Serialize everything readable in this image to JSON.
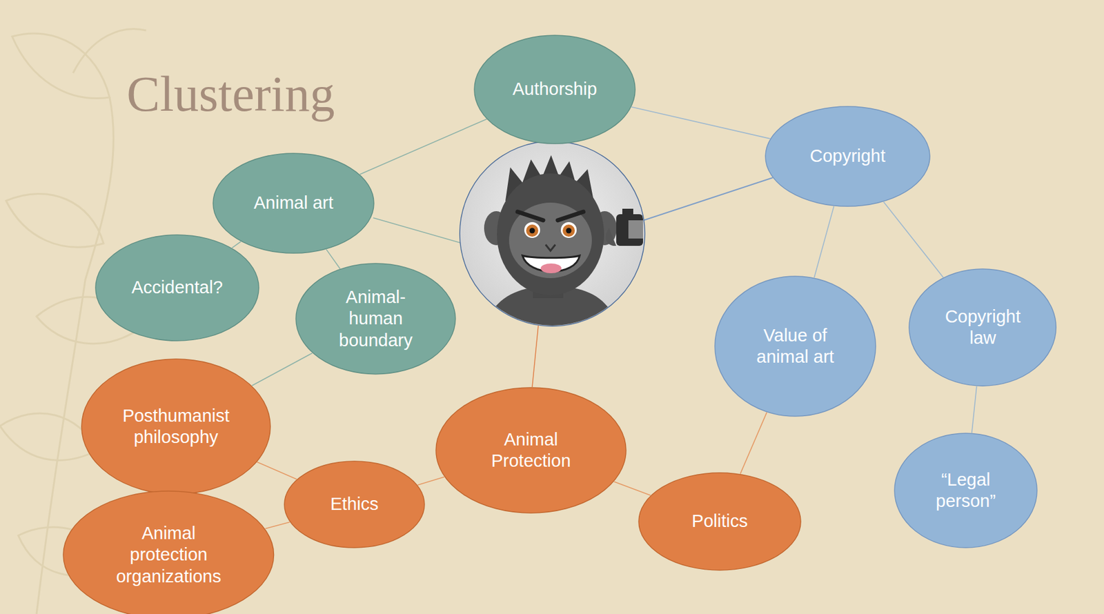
{
  "diagram": {
    "title": "Clustering",
    "nodes": [
      {
        "text": [
          "Authorship"
        ]
      },
      {
        "text": [
          "Copyright"
        ]
      },
      {
        "text": [
          "Animal art"
        ]
      },
      {
        "text": [
          "Accidental?"
        ]
      },
      {
        "text": [
          "Animal-human boundary"
        ]
      },
      {
        "text": [
          "Value of animal art"
        ]
      },
      {
        "text": [
          "Copyright law"
        ]
      },
      {
        "text": [
          "Posthumanist philosophy"
        ]
      },
      {
        "text": [
          "Animal Protection"
        ]
      },
      {
        "text": [
          "“Legal person”"
        ]
      },
      {
        "text": [
          "Ethics"
        ]
      },
      {
        "text": [
          "Politics"
        ]
      },
      {
        "text": [
          "Animal protection organizations"
        ]
      }
    ],
    "edges": [
      {
        "from": 0,
        "to": 2,
        "arrow": "none"
      },
      {
        "from": 0,
        "to": 1,
        "arrow": "none"
      },
      {
        "from": 2,
        "to": 3,
        "arrow": "none"
      },
      {
        "from": 2,
        "to": 4,
        "arrow": "none"
      },
      {
        "from": 4,
        "to": 7,
        "arrow": "none"
      },
      {
        "from": 1,
        "to": 5,
        "arrow": "none"
      },
      {
        "from": 1,
        "to": 6,
        "arrow": "none"
      },
      {
        "from": 6,
        "to": 9,
        "arrow": "none"
      },
      {
        "from": 5,
        "to": 11,
        "arrow": "none"
      },
      {
        "from": 8,
        "to": 11,
        "arrow": "none"
      },
      {
        "from": 8,
        "to": 10,
        "arrow": "none"
      },
      {
        "from": 10,
        "to": 7,
        "arrow": "none"
      },
      {
        "from": 10,
        "to": 12,
        "arrow": "none"
      }
    ]
  }
}
